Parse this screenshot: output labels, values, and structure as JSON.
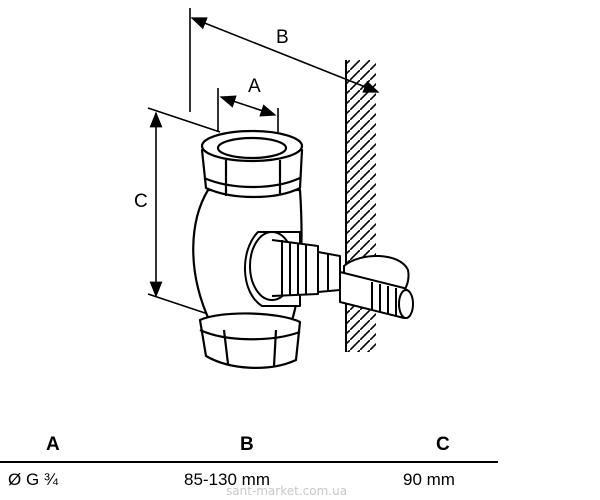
{
  "dimension_labels": {
    "a": "A",
    "b": "B",
    "c": "C"
  },
  "table": {
    "headers": [
      "A",
      "B",
      "C"
    ],
    "values": [
      "Ø G ¾",
      "85-130 mm",
      "90 mm"
    ]
  },
  "watermark": "sant-market.com.ua"
}
